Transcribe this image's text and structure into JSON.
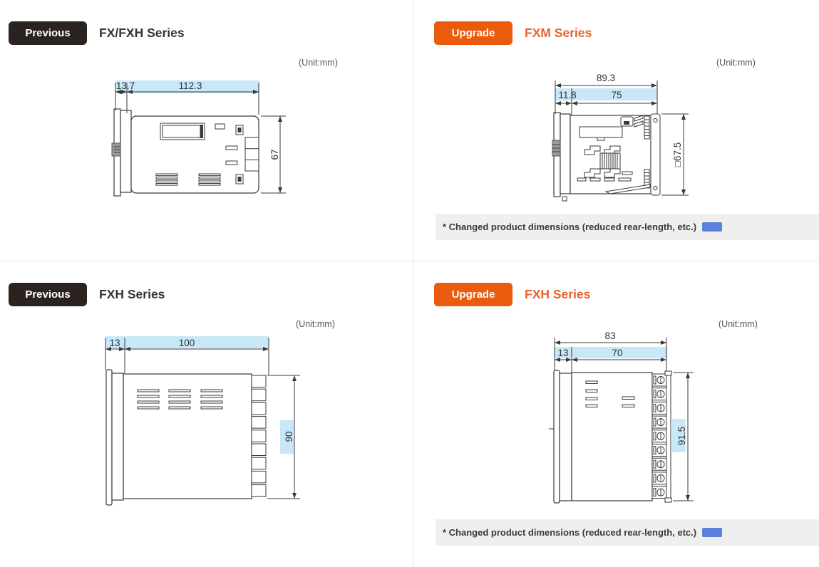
{
  "colors": {
    "badge_previous_bg": "#2b2320",
    "badge_upgrade_bg": "#ea5b0d",
    "title_previous": "#3a3330",
    "title_upgrade": "#e8622a",
    "highlight_blue": "#c8e8f7",
    "note_bg": "#efefef",
    "note_swatch_blue": "#5b80de",
    "drawing_line": "#3a3a3a"
  },
  "quadrants": {
    "top_left": {
      "badge": "Previous",
      "title": "FX/FXH Series",
      "unit": "(Unit:mm)",
      "dims": {
        "front_depth": "13.7",
        "body_length": "112.3",
        "height": "67"
      }
    },
    "top_right": {
      "badge": "Upgrade",
      "title": "FXM Series",
      "unit": "(Unit:mm)",
      "dims": {
        "total_length": "89.3",
        "front_depth": "11.8",
        "body_length": "75",
        "height": "□67.5"
      },
      "note": "* Changed product dimensions (reduced rear-length, etc.)"
    },
    "bottom_left": {
      "badge": "Previous",
      "title": "FXH Series",
      "unit": "(Unit:mm)",
      "dims": {
        "front_depth": "13",
        "body_length": "100",
        "height": "90"
      }
    },
    "bottom_right": {
      "badge": "Upgrade",
      "title": "FXH Series",
      "unit": "(Unit:mm)",
      "dims": {
        "total_length": "83",
        "front_depth": "13",
        "body_length": "70",
        "height": "91.5"
      },
      "note": "* Changed product dimensions (reduced rear-length, etc.)"
    }
  }
}
